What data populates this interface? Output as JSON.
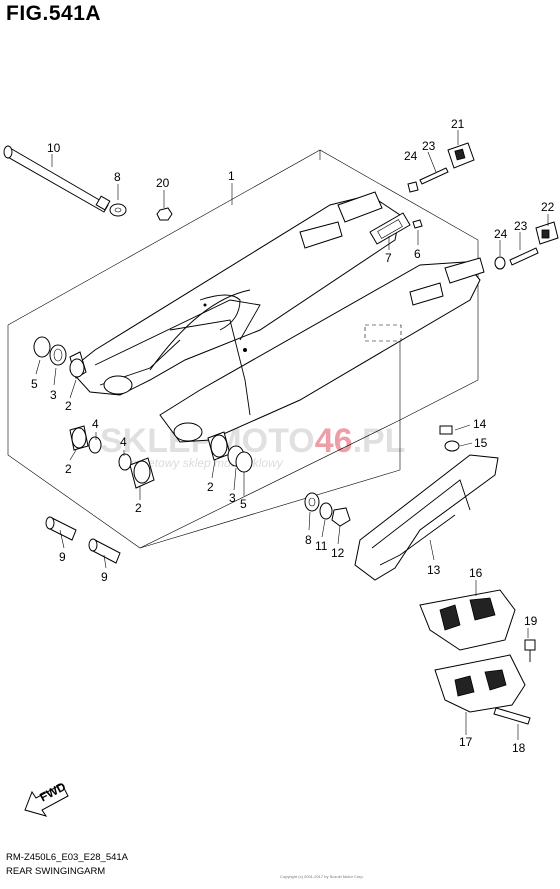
{
  "figure": {
    "title": "FIG.541A",
    "code": "RM-Z450L6_E03_E28_541A",
    "caption": "REAR SWINGINGARM"
  },
  "watermark": {
    "brand_part1": "SKLEPMOTO",
    "brand_part2": "46",
    "brand_suffix": ".PL",
    "tagline": "internetowy sklep motocyklowy"
  },
  "fwd_label": "FWD",
  "copyright": "Copyright (c) 2001-2017 by Suzuki Motor Corp.",
  "callouts": {
    "c1": "1",
    "c2a": "2",
    "c2b": "2",
    "c2c": "2",
    "c2d": "2",
    "c3a": "3",
    "c3b": "3",
    "c4a": "4",
    "c4b": "4",
    "c5a": "5",
    "c5b": "5",
    "c6": "6",
    "c7": "7",
    "c8a": "8",
    "c8b": "8",
    "c9a": "9",
    "c9b": "9",
    "c10": "10",
    "c11": "11",
    "c12": "12",
    "c13": "13",
    "c14": "14",
    "c15": "15",
    "c16": "16",
    "c17": "17",
    "c18": "18",
    "c19": "19",
    "c20": "20",
    "c21": "21",
    "c22": "22",
    "c23a": "23",
    "c23b": "23",
    "c24a": "24",
    "c24b": "24"
  }
}
